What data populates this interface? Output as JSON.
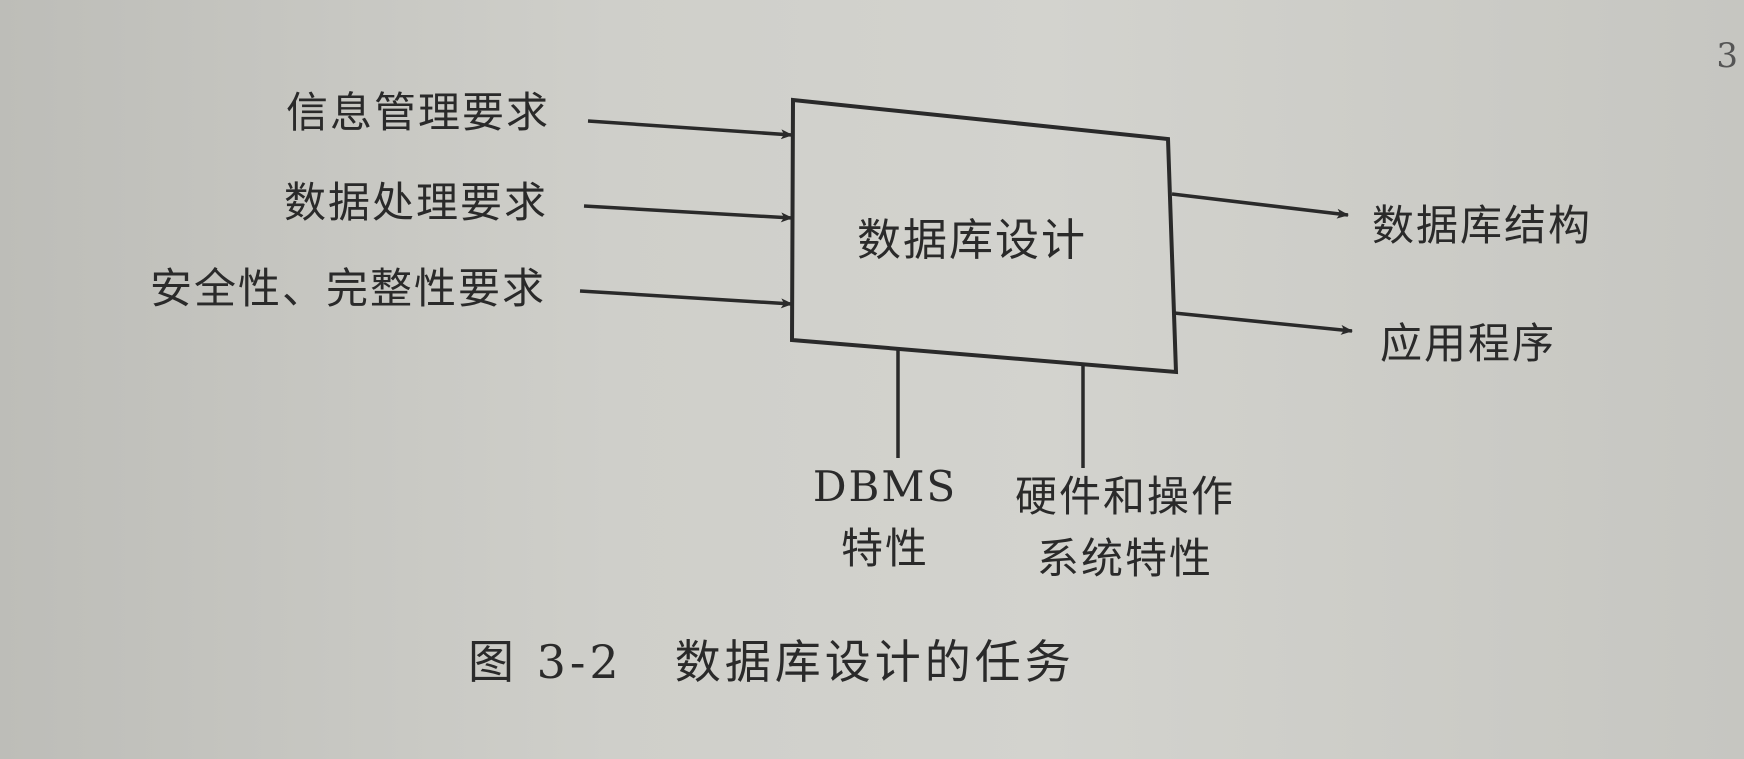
{
  "inputs": [
    "信息管理要求",
    "数据处理要求",
    "安全性、完整性要求"
  ],
  "process": "数据库设计",
  "outputs": [
    "数据库结构",
    "应用程序"
  ],
  "constraints": [
    {
      "line1": "DBMS",
      "line2": "特性"
    },
    {
      "line1": "硬件和操作",
      "line2": "系统特性"
    }
  ],
  "caption": {
    "number": "图 3-2",
    "title": "数据库设计的任务"
  },
  "page_number": "3"
}
